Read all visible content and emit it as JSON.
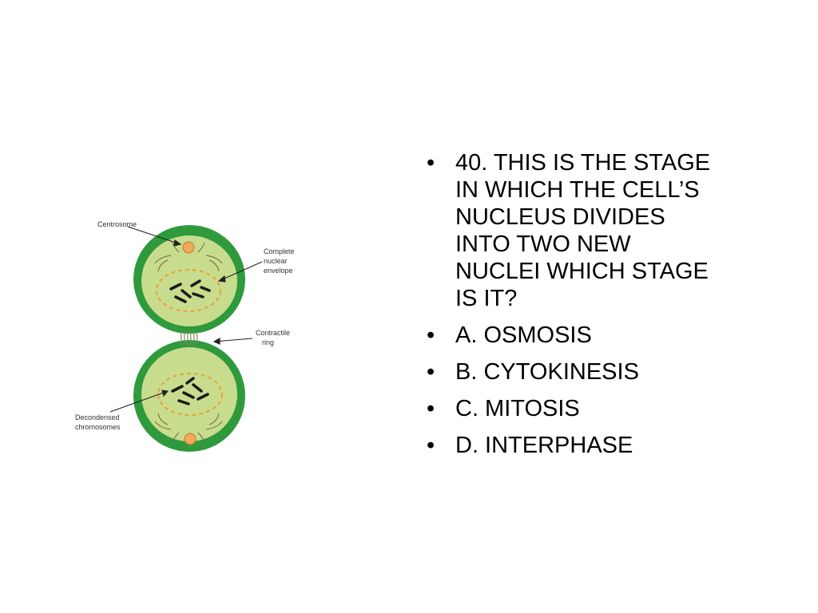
{
  "diagram": {
    "labels": {
      "centrosome": "Centrosome",
      "nuclear_envelope_line1": "Complete",
      "nuclear_envelope_line2": "nuclear",
      "nuclear_envelope_line3": "envelope",
      "contractile_line1": "Contractile",
      "contractile_line2": "ring",
      "chromosomes_line1": "Decondensed",
      "chromosomes_line2": "chromosomes"
    },
    "colors": {
      "cell_wall": "#2e9a3c",
      "cytoplasm": "#c8dc8e",
      "envelope": "#e7a13a",
      "centrosome": "#f0a85a",
      "chromosomes": "#1a1a1a"
    }
  },
  "slide": {
    "bullet_symbol": "•",
    "question_lines": [
      "40.  THIS IS THE STAGE",
      "IN WHICH THE CELL’S",
      "NUCLEUS DIVIDES",
      "INTO TWO NEW",
      "NUCLEI WHICH STAGE",
      "IS IT?"
    ],
    "options": [
      "A. OSMOSIS",
      "B. CYTOKINESIS",
      "C. MITOSIS",
      "D. INTERPHASE"
    ]
  }
}
